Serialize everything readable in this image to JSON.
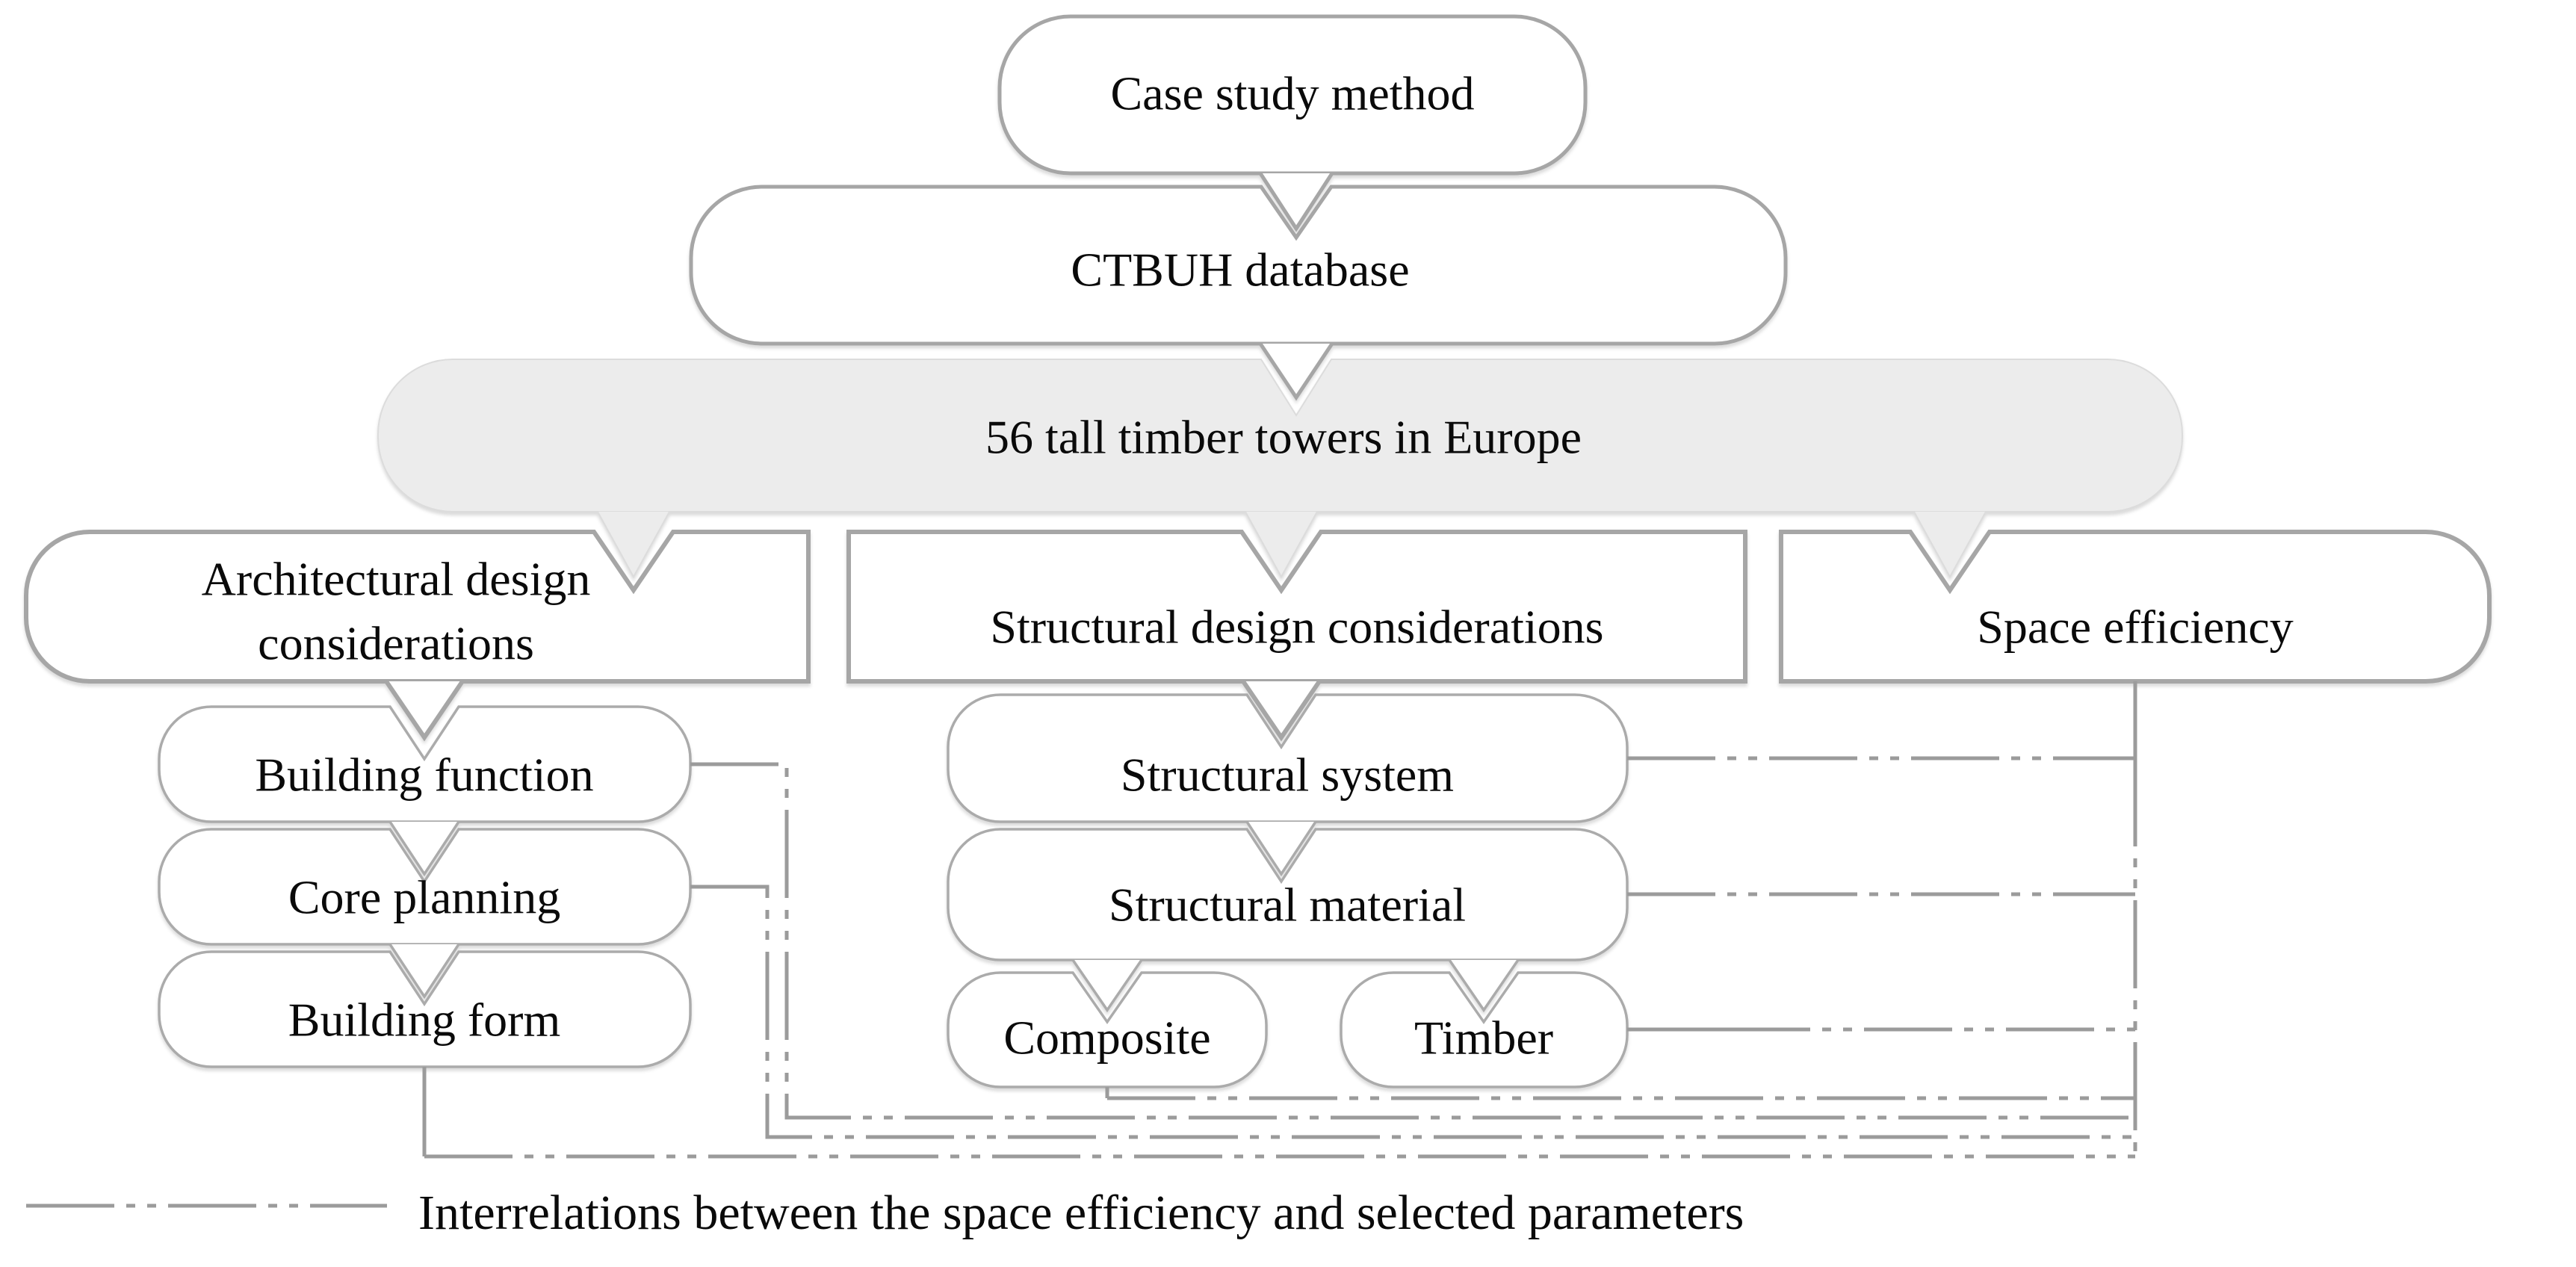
{
  "figure": {
    "background": "#ffffff",
    "colors": {
      "background": "#ffffff",
      "box-border": "#a6a6a6",
      "bubble-border": "#ababab",
      "highlight-fill": "#ececec",
      "highlight-border": "#dcdcdc",
      "connector": "#9b9b9b",
      "text-color": "#0a0a0a"
    },
    "nodes": {
      "case_study": {
        "label": "Case study method"
      },
      "ctbuh": {
        "label": "CTBUH database"
      },
      "towers": {
        "label": "56 tall timber towers in Europe"
      },
      "architectural": {
        "label": "Architectural design considerations",
        "lines": [
          "Architectural design",
          "considerations"
        ]
      },
      "structural": {
        "label": "Structural design considerations"
      },
      "space_efficiency": {
        "label": "Space efficiency"
      },
      "building_function": {
        "label": "Building function"
      },
      "core_planning": {
        "label": "Core planning"
      },
      "building_form": {
        "label": "Building form"
      },
      "structural_system": {
        "label": "Structural system"
      },
      "structural_material": {
        "label": "Structural material"
      },
      "composite": {
        "label": "Composite"
      },
      "timber": {
        "label": "Timber"
      }
    },
    "legend": {
      "label": "Interrelations between the space efficiency and selected parameters",
      "line_style": "dash-dot-dot"
    }
  }
}
